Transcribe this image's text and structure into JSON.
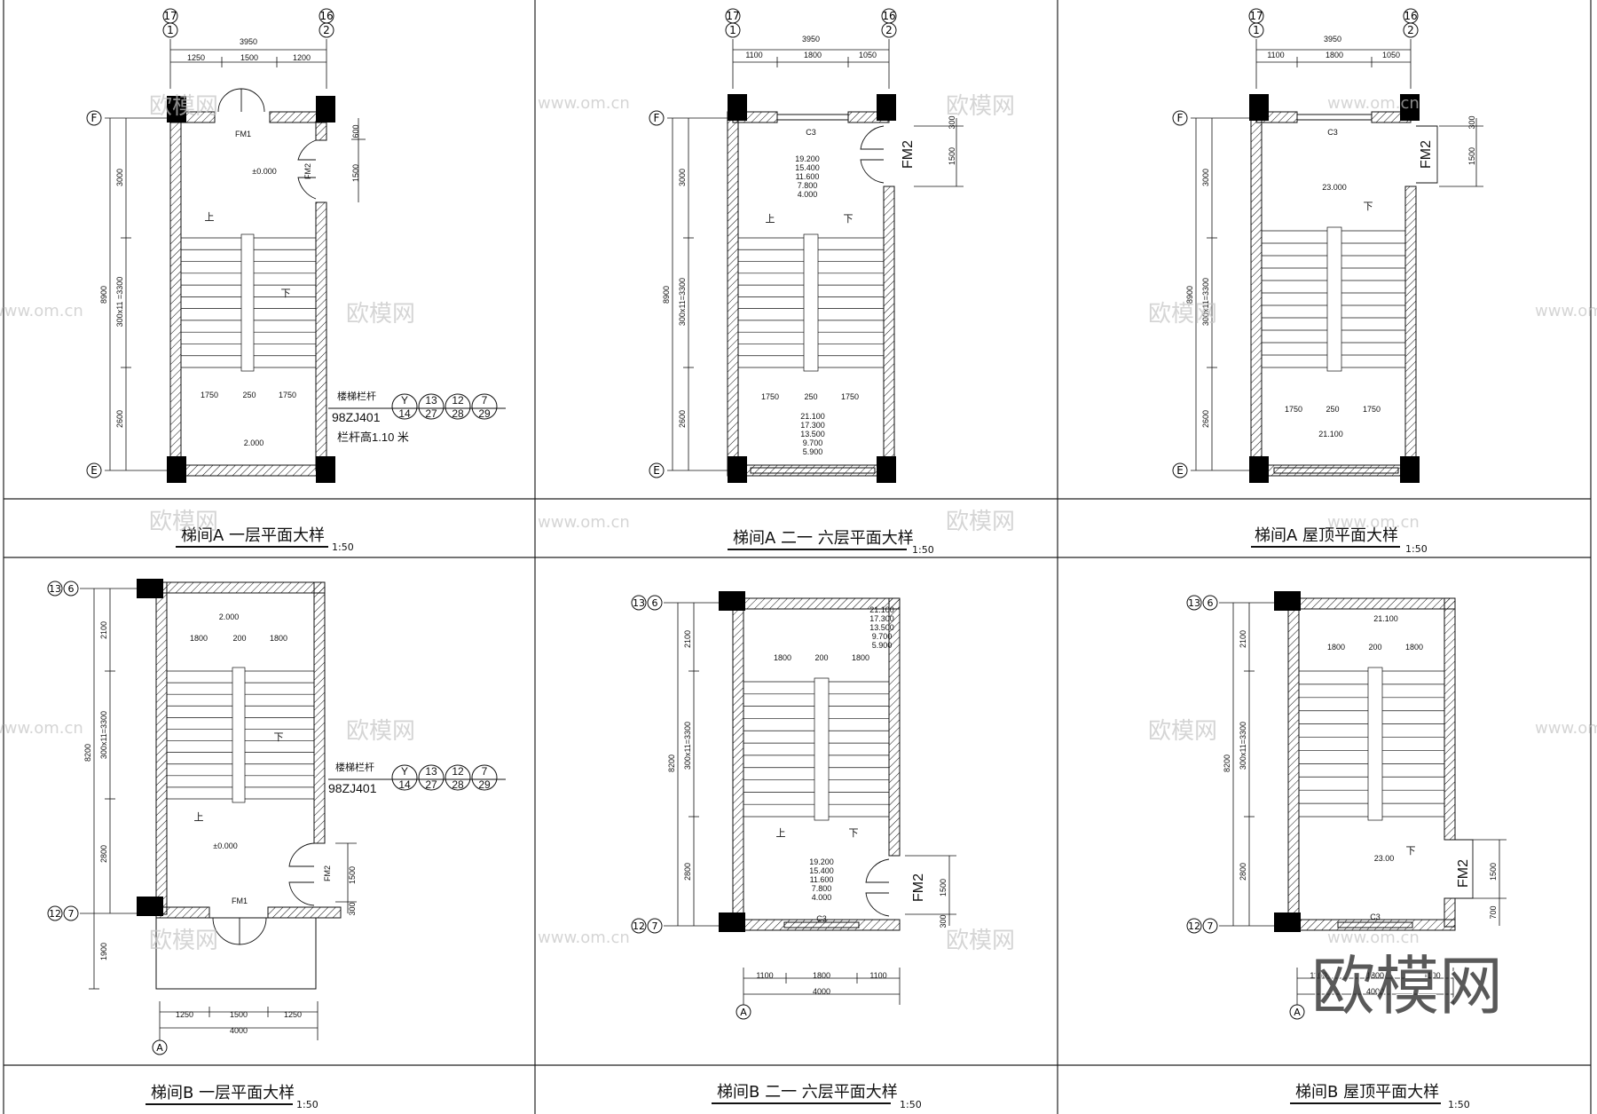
{
  "panels": [
    {
      "id": "a1",
      "title": "梯间A 一层平面大样",
      "scale": "1:50",
      "axes": {
        "top": [
          [
            "17",
            "1"
          ],
          [
            "16",
            "2"
          ]
        ],
        "left": [
          "F",
          "E"
        ]
      },
      "dims_top_total": "3950",
      "dims_top_parts": [
        "1250",
        "1500",
        "1200"
      ],
      "dims_left_total": "8900",
      "dims_left_parts": [
        "3000",
        "300x11\n=3300",
        "2600"
      ],
      "dims_stair": [
        "1750",
        "250",
        "1750"
      ],
      "door_main": "FM1",
      "door_side": "FM2",
      "door_side_dims": [
        "600",
        "1500"
      ],
      "levels": [
        "±0.000",
        "2.000"
      ],
      "up": "上",
      "down": "下",
      "rail_note": "楼梯栏杆",
      "rail_std": "98ZJ401",
      "rail_height": "栏杆高1.10 米",
      "ref_circles": [
        [
          "Y",
          "14"
        ],
        [
          "13",
          "27"
        ],
        [
          "12",
          "28"
        ],
        [
          "7",
          "29"
        ]
      ]
    },
    {
      "id": "a2",
      "title": "梯间A 二一 六层平面大样",
      "scale": "1:50",
      "axes": {
        "top": [
          [
            "17",
            "1"
          ],
          [
            "16",
            "2"
          ]
        ],
        "left": [
          "F",
          "E"
        ]
      },
      "dims_top_total": "3950",
      "dims_top_parts": [
        "1100",
        "1800",
        "1050"
      ],
      "dims_left_total": "8900",
      "dims_left_parts": [
        "3000",
        "300x11=3300",
        "2600"
      ],
      "dims_stair": [
        "1750",
        "250",
        "1750"
      ],
      "window": "C3",
      "door_side": "FM2",
      "door_side_dims": [
        "300",
        "1500"
      ],
      "levels_upper": [
        "19.200",
        "15.400",
        "11.600",
        "7.800",
        "4.000"
      ],
      "levels_lower": [
        "21.100",
        "17.300",
        "13.500",
        "9.700",
        "5.900"
      ],
      "up": "上",
      "down": "下"
    },
    {
      "id": "a3",
      "title": "梯间A 屋顶平面大样",
      "scale": "1:50",
      "axes": {
        "top": [
          [
            "17",
            "1"
          ],
          [
            "16",
            "2"
          ]
        ],
        "left": [
          "F",
          "E"
        ]
      },
      "dims_top_total": "3950",
      "dims_top_parts": [
        "1100",
        "1800",
        "1050"
      ],
      "dims_left_total": "8900",
      "dims_left_parts": [
        "3000",
        "300x11=3300",
        "2600"
      ],
      "dims_stair": [
        "1750",
        "250",
        "1750"
      ],
      "window": "C3",
      "door_side": "FM2",
      "door_side_dims": [
        "300",
        "1500"
      ],
      "levels": [
        "23.000",
        "21.100"
      ],
      "down": "下"
    },
    {
      "id": "b1",
      "title": "梯间B 一层平面大样",
      "scale": "1:50",
      "axes": {
        "left": [
          [
            "13",
            "6"
          ],
          [
            "12",
            "7"
          ]
        ],
        "bottom": "A"
      },
      "dims_bottom_total": "4000",
      "dims_bottom_parts": [
        "1250",
        "1500",
        "1250"
      ],
      "dims_left_total": "8200",
      "dims_left_parts": [
        "2100",
        "300x11=3300",
        "2800",
        "1900"
      ],
      "dims_stair": [
        "1800",
        "200",
        "1800"
      ],
      "door_main": "FM1",
      "door_side": "FM2",
      "door_side_dims": [
        "1500",
        "300"
      ],
      "levels": [
        "2.000",
        "±0.000"
      ],
      "up": "上",
      "down": "下",
      "rail_note": "楼梯栏杆",
      "rail_std": "98ZJ401",
      "ref_circles": [
        [
          "Y",
          "14"
        ],
        [
          "13",
          "27"
        ],
        [
          "12",
          "28"
        ],
        [
          "7",
          "29"
        ]
      ]
    },
    {
      "id": "b2",
      "title": "梯间B 二一 六层平面大样",
      "scale": "1:50",
      "axes": {
        "left": [
          [
            "13",
            "6"
          ],
          [
            "12",
            "7"
          ]
        ],
        "bottom": "A"
      },
      "dims_bottom_total": "4000",
      "dims_bottom_parts": [
        "1100",
        "1800",
        "1100"
      ],
      "dims_left_total": "8200",
      "dims_left_parts": [
        "2100",
        "300x11=3300",
        "2800"
      ],
      "dims_stair": [
        "1800",
        "200",
        "1800"
      ],
      "window": "C3",
      "door_side": "FM2",
      "door_side_dims": [
        "1500",
        "300"
      ],
      "levels_upper": [
        "21.100",
        "17.300",
        "13.500",
        "9.700",
        "5.900"
      ],
      "levels_lower": [
        "19.200",
        "15.400",
        "11.600",
        "7.800",
        "4.000"
      ],
      "up": "上",
      "down": "下"
    },
    {
      "id": "b3",
      "title": "梯间B 屋顶平面大样",
      "scale": "1:50",
      "axes": {
        "left": [
          [
            "13",
            "6"
          ],
          [
            "12",
            "7"
          ]
        ],
        "bottom": "A"
      },
      "dims_bottom_total": "4000",
      "dims_bottom_parts": [
        "1100",
        "1800",
        "1100"
      ],
      "dims_left_total": "8200",
      "dims_left_parts": [
        "2100",
        "300x11=3300",
        "2800"
      ],
      "dims_stair": [
        "1800",
        "200",
        "1800"
      ],
      "window": "C3",
      "door_side": "FM2",
      "door_side_dims": [
        "1500",
        "700"
      ],
      "levels": [
        "21.100",
        "23.00"
      ],
      "down": "下"
    }
  ],
  "watermark_small": "欧模网",
  "watermark_url": "www.om.cn",
  "watermark_big": "欧模网",
  "colors": {
    "line": "#111111",
    "watermark": "#b8b8b8",
    "frame": "#222222"
  }
}
